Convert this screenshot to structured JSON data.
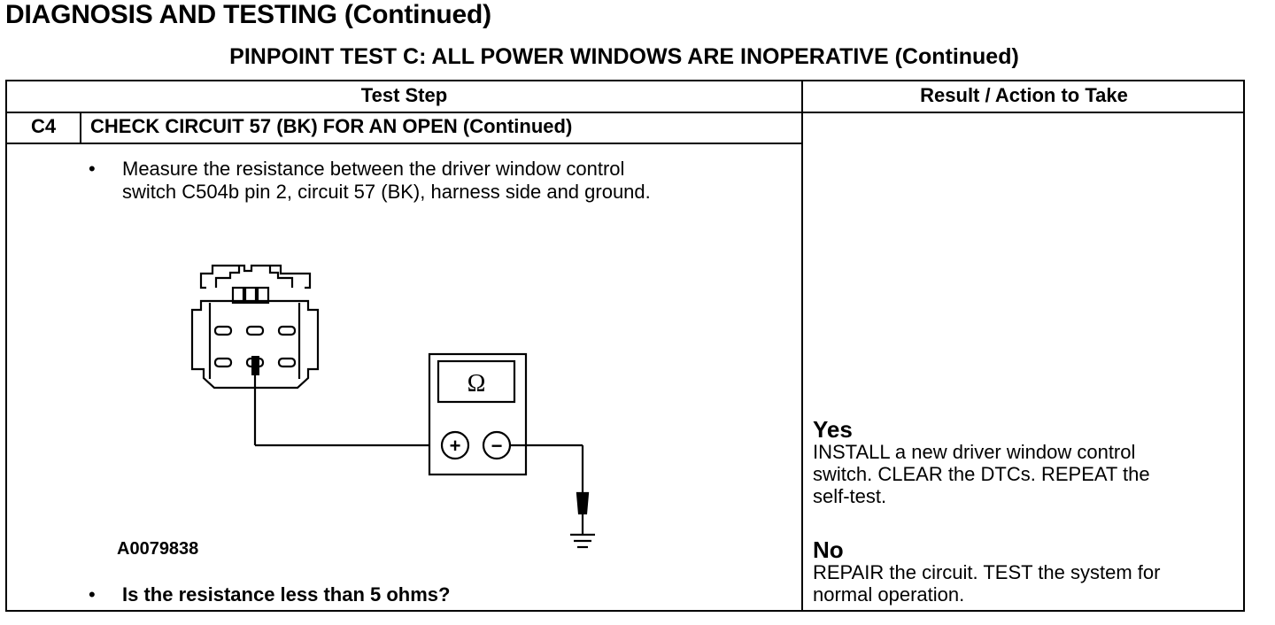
{
  "page_title": "DIAGNOSIS AND TESTING (Continued)",
  "test_title": "PINPOINT TEST C: ALL POWER WINDOWS ARE INOPERATIVE (Continued)",
  "table": {
    "header_left": "Test Step",
    "header_right": "Result / Action to Take"
  },
  "step": {
    "id": "C4",
    "title": "CHECK CIRCUIT 57 (BK) FOR AN OPEN (Continued)",
    "bullet_glyph": "•",
    "instruction_lines": [
      "Measure the resistance between the driver window control",
      "switch C504b pin 2, circuit 57 (BK), harness side and ground."
    ],
    "figure_id": "A0079838",
    "meter_symbol": "Ω",
    "meter_plus": "+",
    "meter_minus": "−",
    "question": "Is the resistance less than 5 ohms?"
  },
  "results": {
    "yes": {
      "label": "Yes",
      "lines": [
        "INSTALL a new driver window control",
        "switch. CLEAR the DTCs. REPEAT the",
        "self-test."
      ]
    },
    "no": {
      "label": "No",
      "lines": [
        "REPAIR the circuit. TEST the system for",
        "normal operation."
      ]
    }
  }
}
